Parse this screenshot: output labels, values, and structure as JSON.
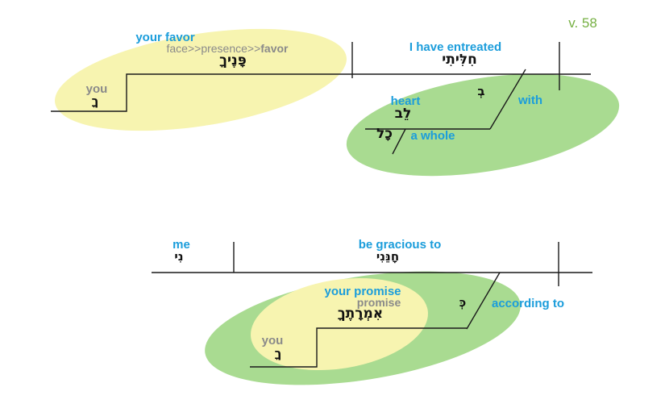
{
  "verse_label": "v. 58",
  "colors": {
    "blue": "#1b9ddb",
    "gray": "#8a8a8a",
    "green_text": "#76b043",
    "yellow_fill": "#f7f4b0",
    "green_fill": "#a9db91",
    "line": "#1a1a1a"
  },
  "clause1": {
    "object": {
      "gloss": "your favor",
      "semantic_prefix": "face>>presence>>",
      "semantic_bold": "favor",
      "hebrew": "פָּנֶיךָ"
    },
    "object_suffix": {
      "gloss": "you",
      "hebrew": "ךָ"
    },
    "verb": {
      "gloss": "I have entreated",
      "hebrew": "חִלִּיתִי"
    },
    "adjunct": {
      "preposition": {
        "hebrew": "בְ",
        "gloss": "with"
      },
      "noun": {
        "gloss": "heart",
        "hebrew": "לֵב"
      },
      "modifier": {
        "gloss": "a whole",
        "hebrew": "כָל"
      }
    }
  },
  "clause2": {
    "object_suffix": {
      "gloss": "me",
      "hebrew": "נִי"
    },
    "verb": {
      "gloss": "be gracious to",
      "hebrew": "חָנֵּנִי"
    },
    "adjunct": {
      "preposition": {
        "hebrew": "כְּ",
        "gloss": "according to"
      },
      "noun": {
        "gloss": "your promise",
        "semantic": "promise",
        "hebrew": "אִמְרָתֶךָ"
      },
      "noun_suffix": {
        "gloss": "you",
        "hebrew": "ךָ"
      }
    }
  }
}
